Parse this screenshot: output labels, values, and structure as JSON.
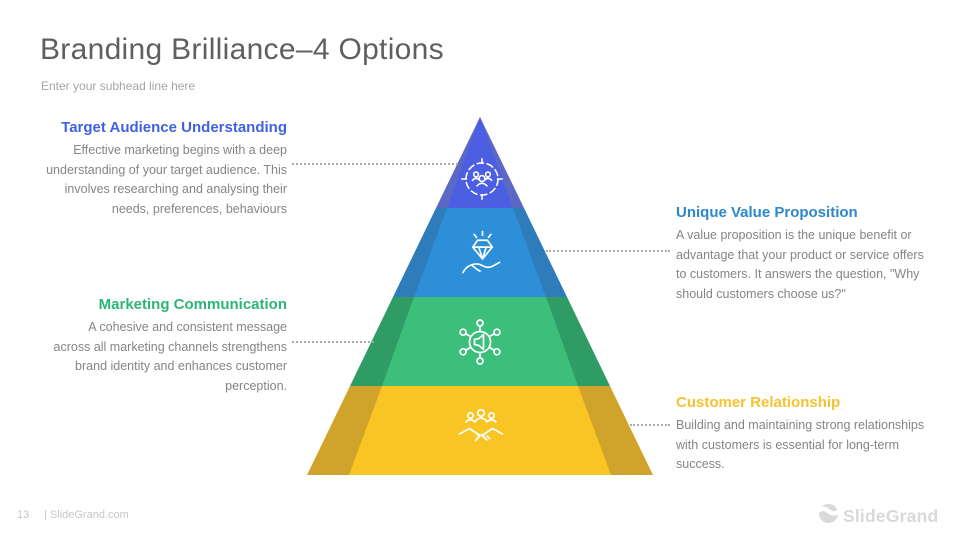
{
  "slide": {
    "title": "Branding Brilliance–4 Options",
    "subhead": "Enter your subhead line here"
  },
  "options": [
    {
      "side": "left",
      "heading": "Target Audience Understanding",
      "heading_color": "#4161e1",
      "body": "Effective marketing begins with a deep understanding of your target audience. This involves researching and analysing their needs, preferences, behaviours",
      "icon": "target-audience-icon"
    },
    {
      "side": "right",
      "heading": "Unique Value Proposition",
      "heading_color": "#2d87cb",
      "body": "A value proposition is the unique benefit or advantage that your product or service offers to customers. It answers the question, \"Why should customers choose us?\"",
      "icon": "diamond-hand-icon"
    },
    {
      "side": "left",
      "heading": "Marketing Communication",
      "heading_color": "#2bb673",
      "body": "A cohesive and consistent message across all marketing channels strengthens brand identity and enhances customer perception.",
      "icon": "megaphone-network-icon"
    },
    {
      "side": "right",
      "heading": "Customer Relationship",
      "heading_color": "#f6c330",
      "body": "Building and maintaining strong relationships with customers is essential for long-term success.",
      "icon": "handshake-icon"
    }
  ],
  "pyramid": {
    "levels": [
      {
        "name": "level-1",
        "inner_color": "#4c5fe3",
        "outer_color": "#5b69c5"
      },
      {
        "name": "level-2",
        "inner_color": "#2e8fd9",
        "outer_color": "#2e7cb9"
      },
      {
        "name": "level-3",
        "inner_color": "#3dbf7c",
        "outer_color": "#2f9c66"
      },
      {
        "name": "level-4",
        "inner_color": "#f9c525",
        "outer_color": "#d0a42b"
      }
    ],
    "connector_color": "#a9a9a9"
  },
  "footer": {
    "page_number": "13",
    "site": "| SlideGrand.com",
    "logo_text": "SlideGrand",
    "logo_icon": "slidegrand-logo-icon"
  }
}
